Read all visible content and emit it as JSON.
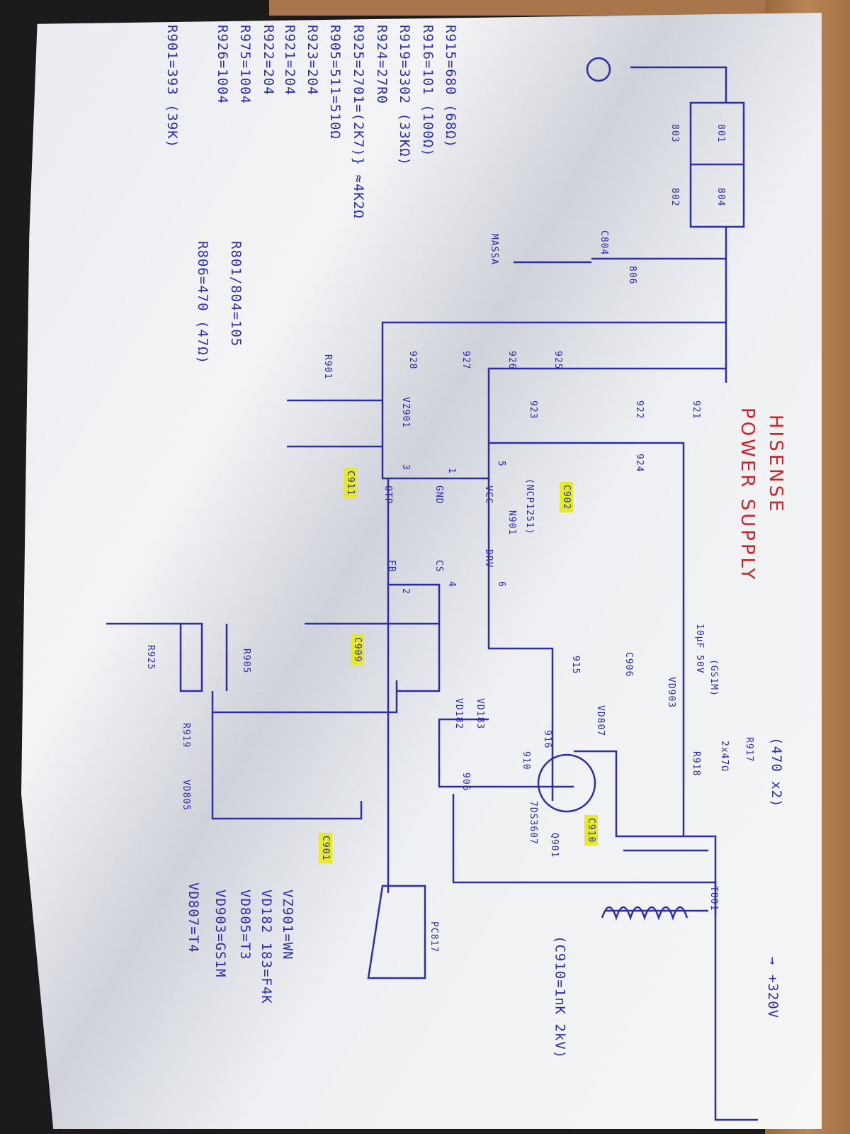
{
  "title": "HISENSE",
  "subtitle": "POWER SUPPLY",
  "resistor_values": [
    "R915=680 (68Ω)",
    "R916=101 (100Ω)",
    "R919=3302 (33KΩ)",
    "R924=27R0",
    "R925=2701=(2K7)} ≈4K2Ω",
    "R905=511=510Ω",
    "R923=204",
    "R921=204",
    "R922=204",
    "R975=1004",
    "R926=1004",
    "R901=393 (39K)"
  ],
  "notes": {
    "r801_804": "R801/804=105",
    "r806": "R806=470 (47Ω)",
    "c910": "(C910=1nK 2kV)",
    "r917_note": "(470 x2)",
    "output": "→ +320V"
  },
  "semiconductors": [
    "VZ901=WN",
    "VD182 183=F4K",
    "VD805=T3",
    "VD903=GS1M",
    "VD807=T4"
  ],
  "components": {
    "r801": "801",
    "r802": "802",
    "r803": "803",
    "r804": "804",
    "c804": "C804",
    "r806": "806",
    "massa": "MASSA",
    "r921": "921",
    "r922": "922",
    "r923": "923",
    "r924": "924",
    "r925": "925",
    "r926": "926",
    "r927": "927",
    "r928": "928",
    "vz901": "VZ901",
    "r901": "R901",
    "c911": "C911",
    "c902": "C902",
    "ic": "N901",
    "ic_part": "(NCP1251)",
    "pin_otp": "OTP",
    "pin_gnd": "GND",
    "pin_vcc": "VCC",
    "pin_fb": "FB",
    "pin_cs": "CS",
    "pin_drv": "DRV",
    "pin3": "3",
    "pin1": "1",
    "pin5": "5",
    "pin2": "2",
    "pin4": "4",
    "pin6": "6",
    "c909": "C909",
    "c906": "C906",
    "cap_c906": "10µF 50V",
    "vd903": "VD903",
    "vd903_part": "(GS1M)",
    "r917": "R917",
    "r918": "R918",
    "r917_val": "2x47Ω",
    "vd807": "VD807",
    "r915": "915",
    "r916": "916",
    "r910": "910",
    "vd182": "VD182",
    "vd183": "VD183",
    "r906": "906",
    "q901": "Q901",
    "q901_part": "7DS3607",
    "c910": "C910",
    "t801": "T801",
    "c901": "C901",
    "pc817": "PC817",
    "r905": "R905",
    "r925b": "R925",
    "r919": "R919",
    "vd805": "VD805"
  },
  "colors": {
    "ink": "#2b2ea8",
    "title": "#c8242a",
    "highlight": "#e6ea2a",
    "diode": "#5bd62a"
  }
}
